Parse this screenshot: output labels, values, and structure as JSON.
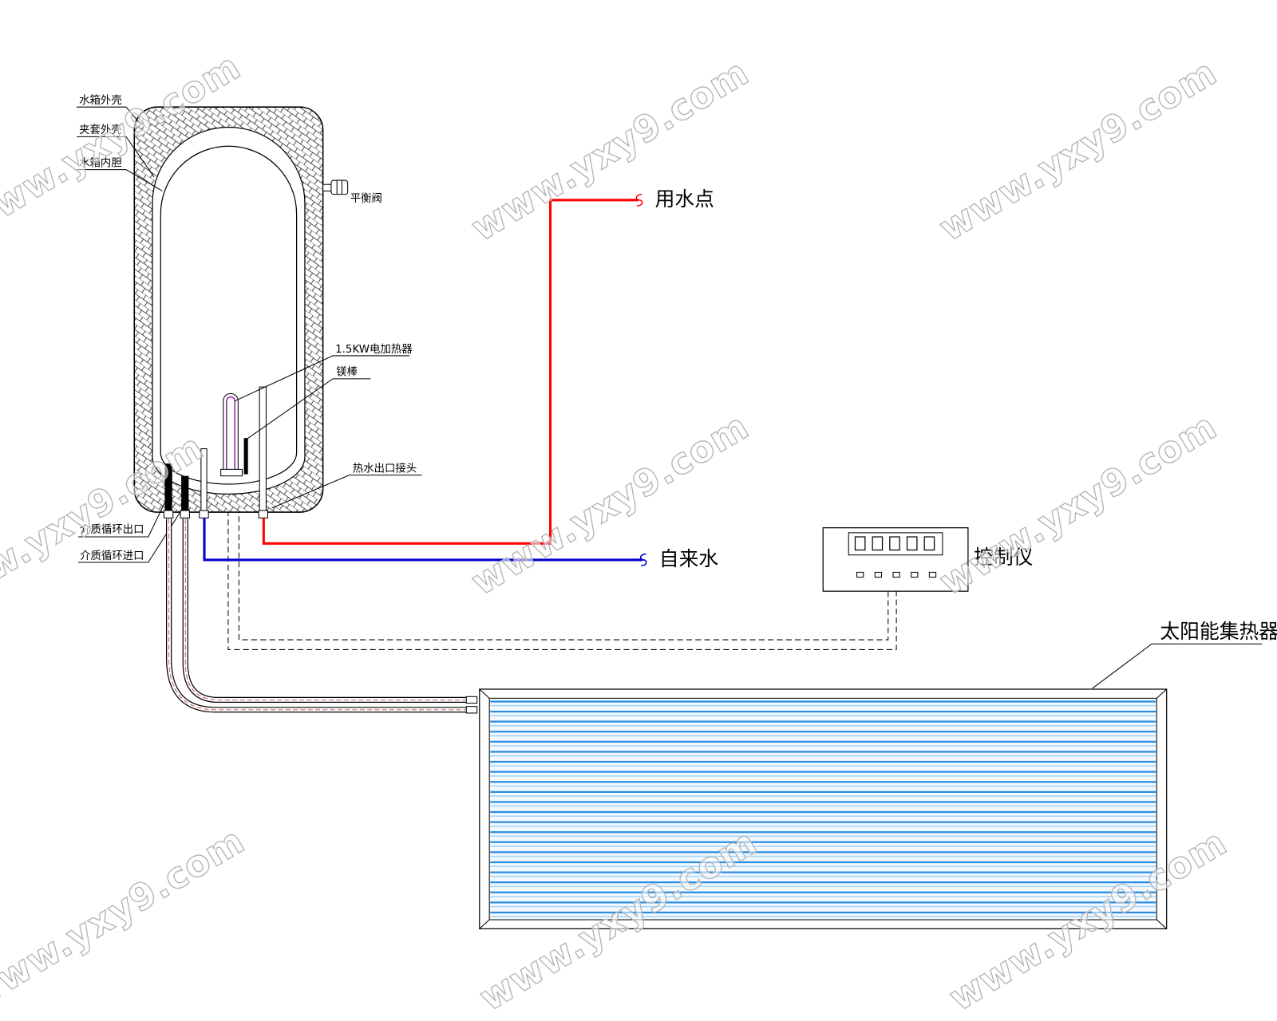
{
  "diagram": {
    "tank": {
      "outer_shell_label": "水箱外壳",
      "jacket_shell_label": "夹套外壳",
      "inner_liner_label": "水箱内胆",
      "balance_valve_label": "平衡阀",
      "electric_heater_label": "1.5KW电加热器",
      "magnesium_rod_label": "镁棒",
      "hot_water_outlet_label": "热水出口接头",
      "medium_outlet_label": "介质循环出口",
      "medium_inlet_label": "介质循环进口"
    },
    "hot_water_pipe": {
      "label": "用水点",
      "color": "#ff0000"
    },
    "cold_water_pipe": {
      "label": "自来水",
      "color": "#0000cc"
    },
    "controller": {
      "label": "控制仪"
    },
    "solar_collector": {
      "label": "太阳能集热器",
      "tube_color": "#2a8de0",
      "tube_light_color": "#a9d6f5"
    },
    "heater_color": "#9933aa",
    "circulation_pipe_color": "#c0504d"
  },
  "watermark": "www.yxy9.com"
}
